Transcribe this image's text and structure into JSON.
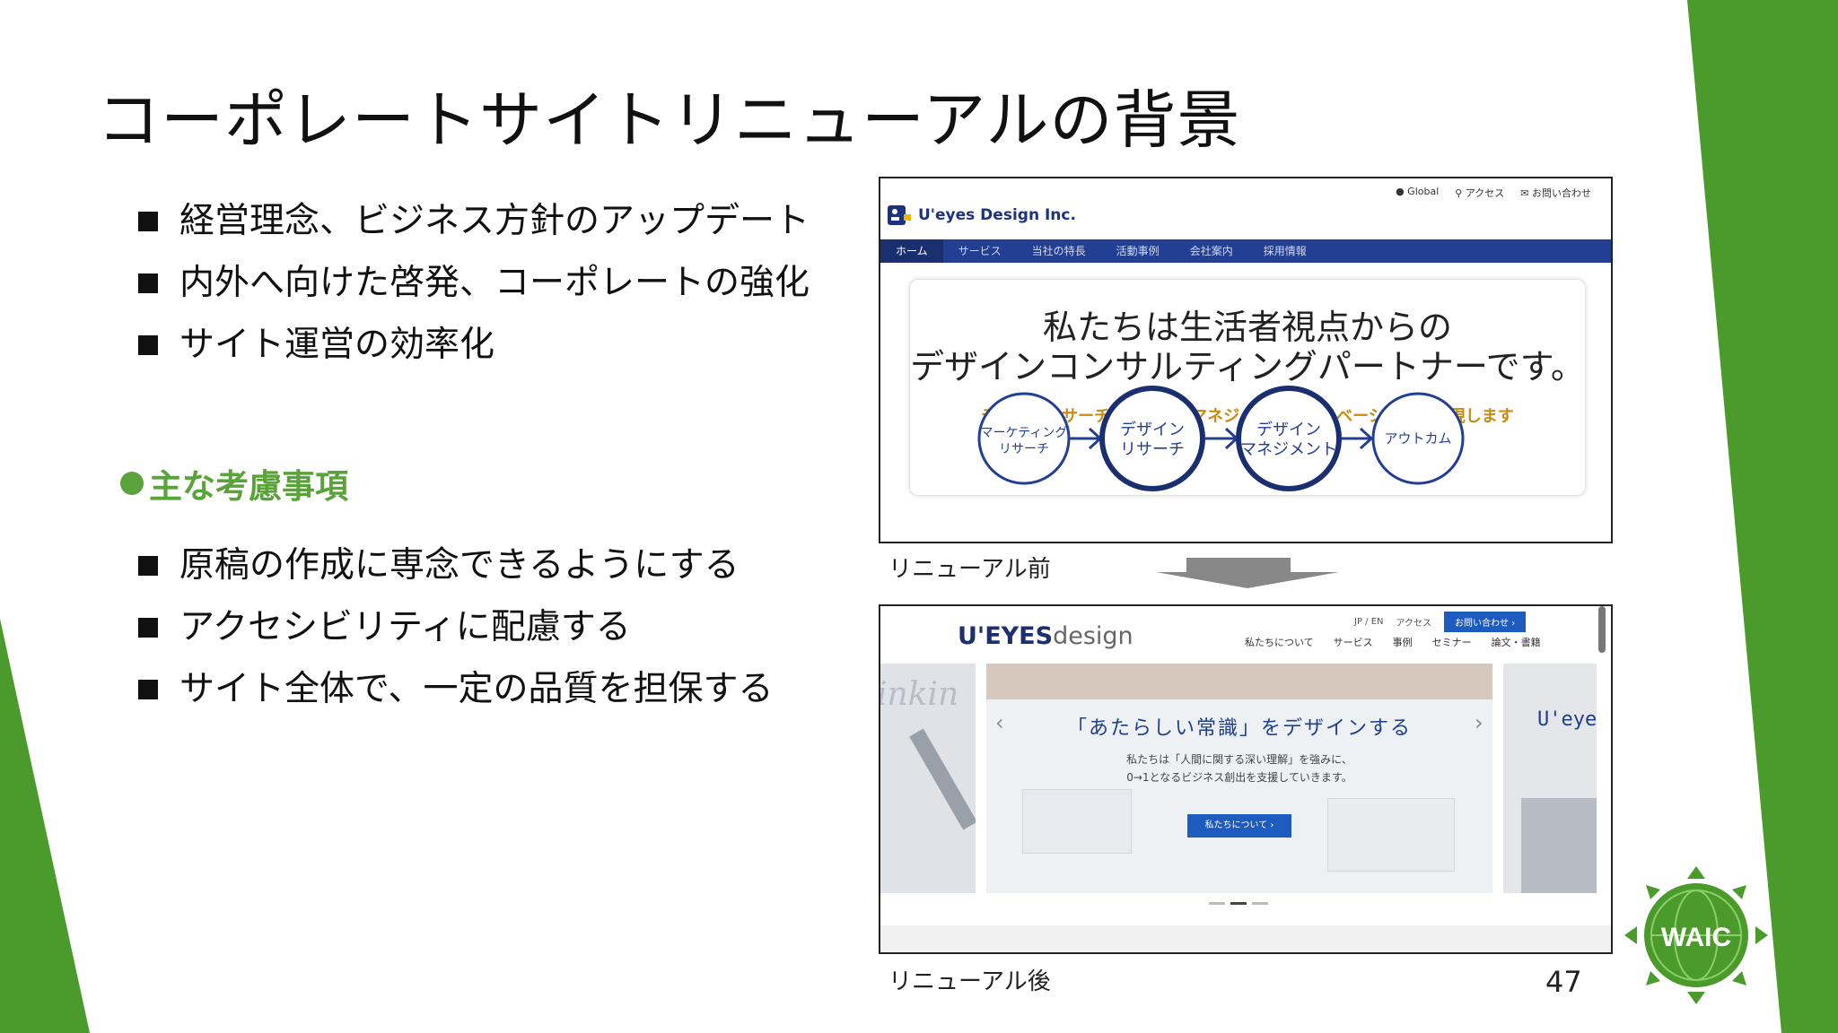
{
  "slide": {
    "title": "コーポレートサイトリニューアルの背景",
    "bullets_top": [
      "経営理念、ビジネス方針のアップデート",
      "内外へ向けた啓発、コーポレートの強化",
      "サイト運営の効率化"
    ],
    "consider_heading": "主な考慮事項",
    "bullets_bottom": [
      "原稿の作成に専念できるようにする",
      "アクセシビリティに配慮する",
      "サイト全体で、一定の品質を担保する"
    ],
    "caption_before": "リニューアル前",
    "caption_after": "リニューアル後",
    "page_number": "47",
    "logo_text": "WAIC",
    "accent_color": "#5aa33a"
  },
  "before": {
    "util_links": [
      "Global",
      "アクセス",
      "お問い合わせ"
    ],
    "logo": "U'eyes Design Inc.",
    "nav": [
      "ホーム",
      "サービス",
      "当社の特長",
      "活動事例",
      "会社案内",
      "採用情報"
    ],
    "headline": [
      "私たちは生活者視点からの",
      "デザインコンサルティングパートナーです。"
    ],
    "subline": "デザインリサーチとデザインマネジメントでイノベーションを実現します",
    "flow": [
      {
        "lines": [
          "マーケティング",
          "リサーチ"
        ]
      },
      {
        "lines": [
          "デザイン",
          "リサーチ"
        ]
      },
      {
        "lines": [
          "デザイン",
          "マネジメント"
        ]
      },
      {
        "lines": [
          "アウトカム"
        ]
      }
    ]
  },
  "after": {
    "util_lang": "JP / EN",
    "util_access": "アクセス",
    "contact": "お問い合わせ ›",
    "logo_main": "U'EYES",
    "logo_sub": "design",
    "nav": [
      "私たちについて",
      "サービス",
      "事例",
      "セミナー",
      "論文・書籍"
    ],
    "hero_title": "「あたらしい常識」をデザインする",
    "hero_sub": [
      "私たちは「人間に関する深い理解」を強みに、",
      "0→1となるビジネス創出を支援していきます。"
    ],
    "hero_button": "私たちについて ›",
    "side_left_text": "inkin",
    "side_right_text": "U'eye",
    "arrow_prev": "‹",
    "arrow_next": "›"
  }
}
